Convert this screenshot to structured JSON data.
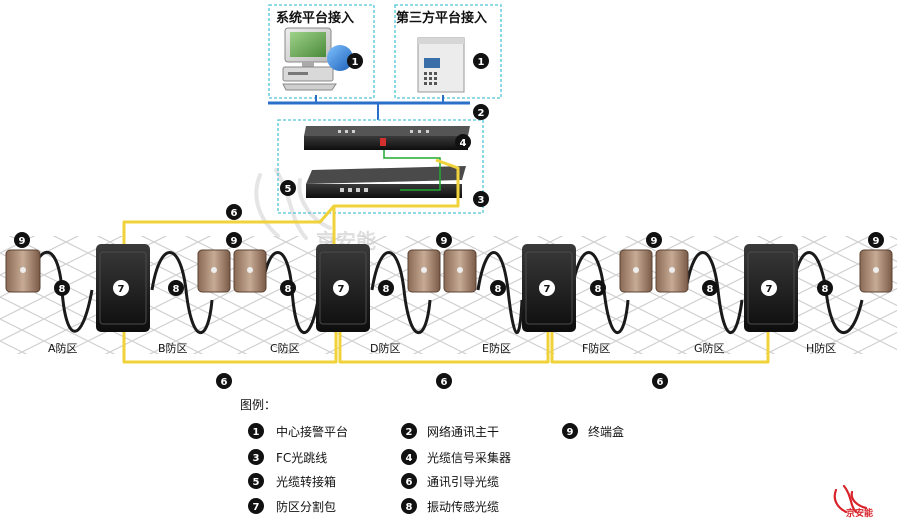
{
  "top_boxes": [
    {
      "title": "系统平台接入",
      "badge": "1"
    },
    {
      "title": "第三方平台接入",
      "badge": "1"
    }
  ],
  "network_badge": "2",
  "collector_badge": "4",
  "transfer_box_badge": "5",
  "fc_jumper_badge": "3",
  "guide_cable_badge": "6",
  "joint_box_badge": "7",
  "sensing_cable_badge": "8",
  "terminal_box_badge": "9",
  "zones": [
    "A防区",
    "B防区",
    "C防区",
    "D防区",
    "E防区",
    "F防区",
    "G防区",
    "H防区"
  ],
  "watermark": "京安能",
  "legend": {
    "title": "图例：",
    "items": [
      {
        "num": "1",
        "label": "中心接警平台"
      },
      {
        "num": "2",
        "label": "网络通讯主干"
      },
      {
        "num": "9",
        "label": "终端盒"
      },
      {
        "num": "3",
        "label": "FC光跳线"
      },
      {
        "num": "4",
        "label": "光缆信号采集器"
      },
      {
        "num": "5",
        "label": "光缆转接箱"
      },
      {
        "num": "6",
        "label": "通讯引导光缆"
      },
      {
        "num": "7",
        "label": "防区分割包"
      },
      {
        "num": "8",
        "label": "振动传感光缆"
      }
    ]
  },
  "logo": {
    "text": "京安能"
  },
  "colors": {
    "network": "#2a6fc9",
    "guide_cable": "#f0d23a",
    "sensing_cable": "#1a1a1a",
    "jumper": "#22aa33",
    "dash": "#4fc3d6",
    "badge": "#111111",
    "logo": "#d8232a"
  }
}
